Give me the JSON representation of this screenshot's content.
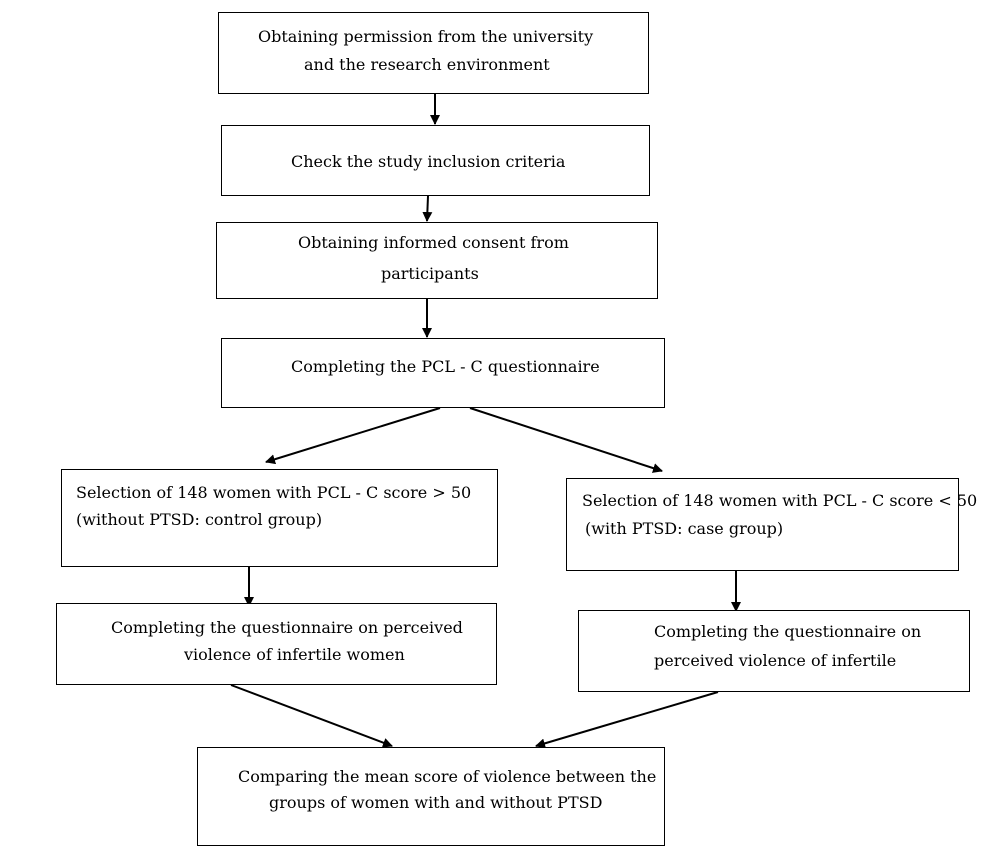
{
  "steps": {
    "permission": {
      "line1": "Obtaining permission from the university",
      "line2": "and the research environment"
    },
    "inclusion": {
      "line1": "Check the study inclusion criteria"
    },
    "consent": {
      "line1": "Obtaining informed consent from",
      "line2": "participants"
    },
    "pclc": {
      "line1": "Completing the PCL - C questionnaire"
    },
    "control_group": {
      "line1": "Selection of 148 women with PCL - C score > 50",
      "line2": "(without PTSD: control group)"
    },
    "case_group": {
      "line1": "Selection of 148 women with PCL - C score < 50",
      "line2": "(with PTSD: case group)"
    },
    "questionnaire_left": {
      "line1": "Completing the questionnaire on perceived",
      "line2": "violence of infertile women"
    },
    "questionnaire_right": {
      "line1": "Completing the questionnaire on",
      "line2": "perceived violence of infertile"
    },
    "compare": {
      "line1": "Comparing the mean score of violence between the",
      "line2": "groups of women with and without PTSD"
    }
  }
}
